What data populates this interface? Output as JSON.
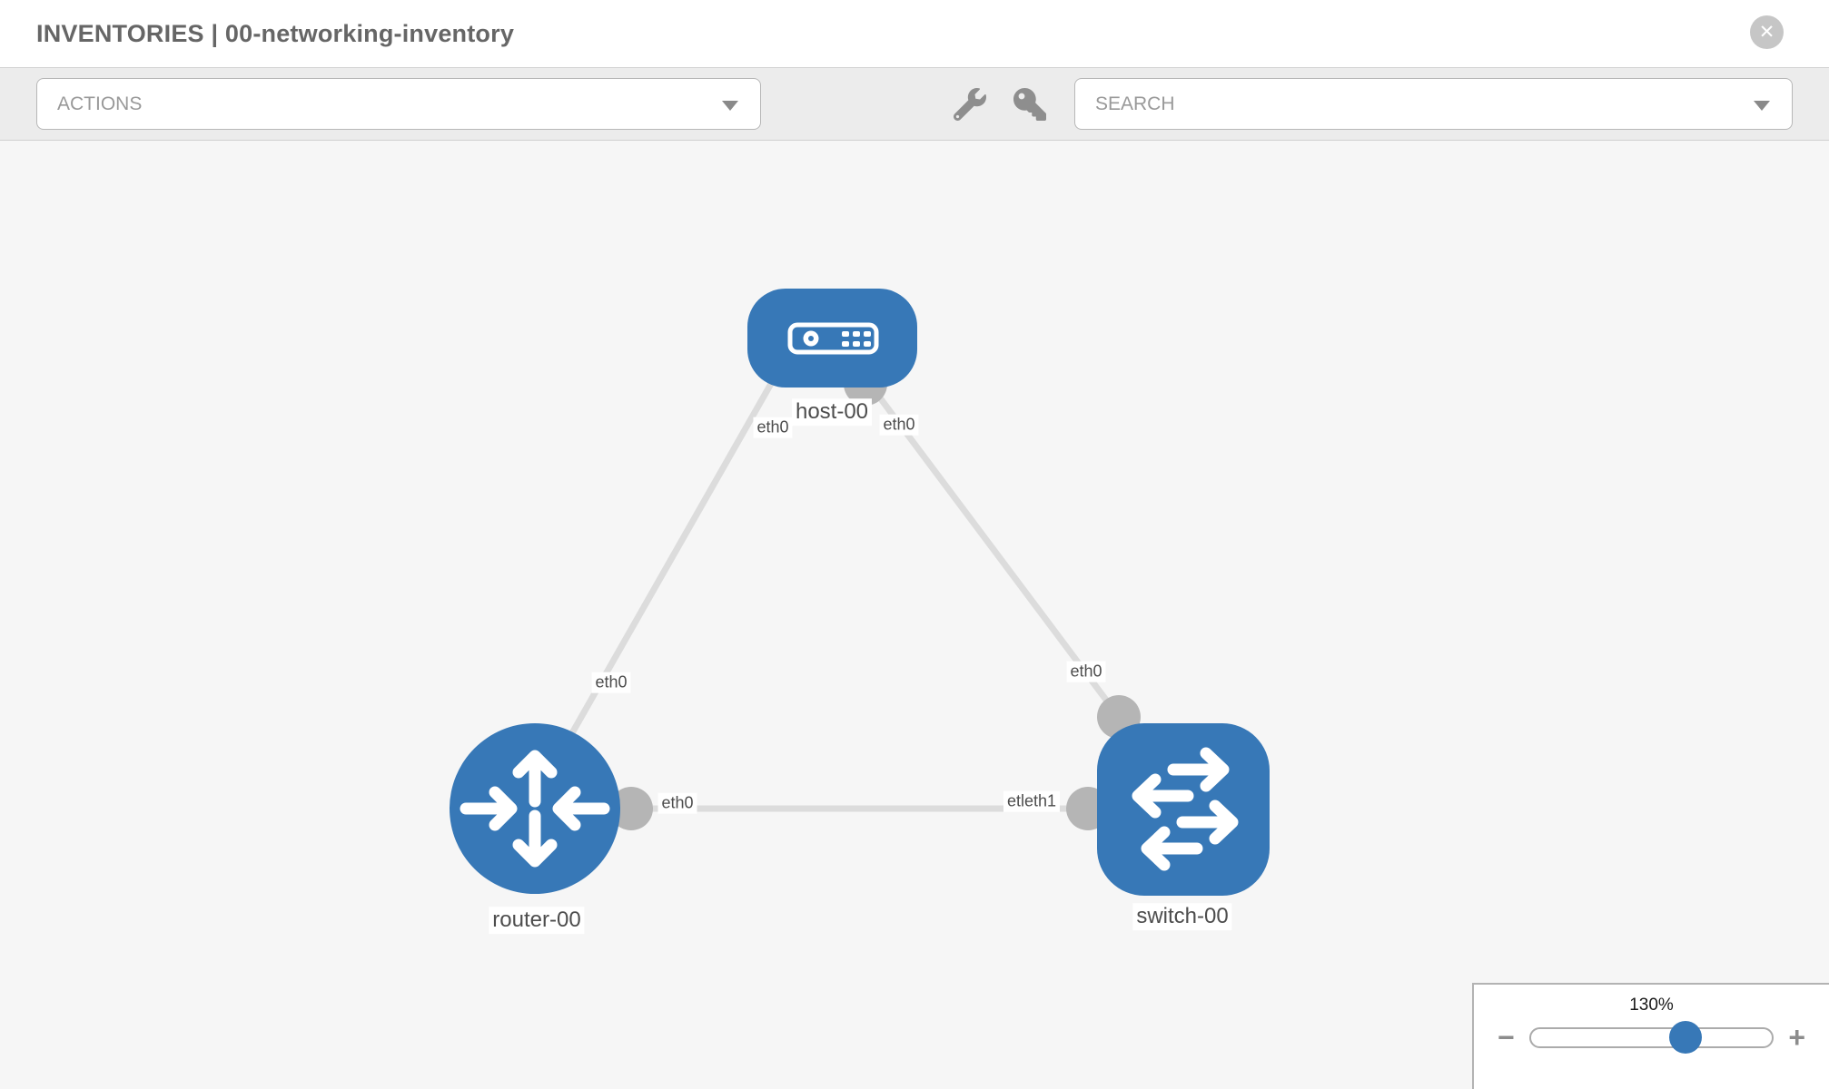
{
  "header": {
    "title": "INVENTORIES | 00-networking-inventory",
    "close_glyph": "✕"
  },
  "toolbar": {
    "actions_label": "ACTIONS",
    "search_label": "SEARCH"
  },
  "canvas": {
    "nodes": [
      {
        "id": "host-00",
        "type": "host",
        "label": "host-00"
      },
      {
        "id": "router-00",
        "type": "router",
        "label": "router-00"
      },
      {
        "id": "switch-00",
        "type": "switch",
        "label": "switch-00"
      }
    ],
    "links": [
      {
        "from": "host-00",
        "to": "router-00"
      },
      {
        "from": "host-00",
        "to": "switch-00"
      },
      {
        "from": "router-00",
        "to": "switch-00"
      }
    ],
    "interface_labels": {
      "host_left": "eth0",
      "host_right": "eth0",
      "host_router_link": "eth0",
      "host_switch_link": "eth0",
      "router_end": "eth0",
      "switch_end": "etleth1"
    }
  },
  "zoom_control": {
    "level": "130%",
    "minus_glyph": "−",
    "plus_glyph": "+"
  },
  "colors": {
    "node_blue": "#3778b7",
    "link_gray": "#dcdcdc",
    "interface_gray": "#b5b5b5",
    "label_text": "#4d4d4d"
  }
}
